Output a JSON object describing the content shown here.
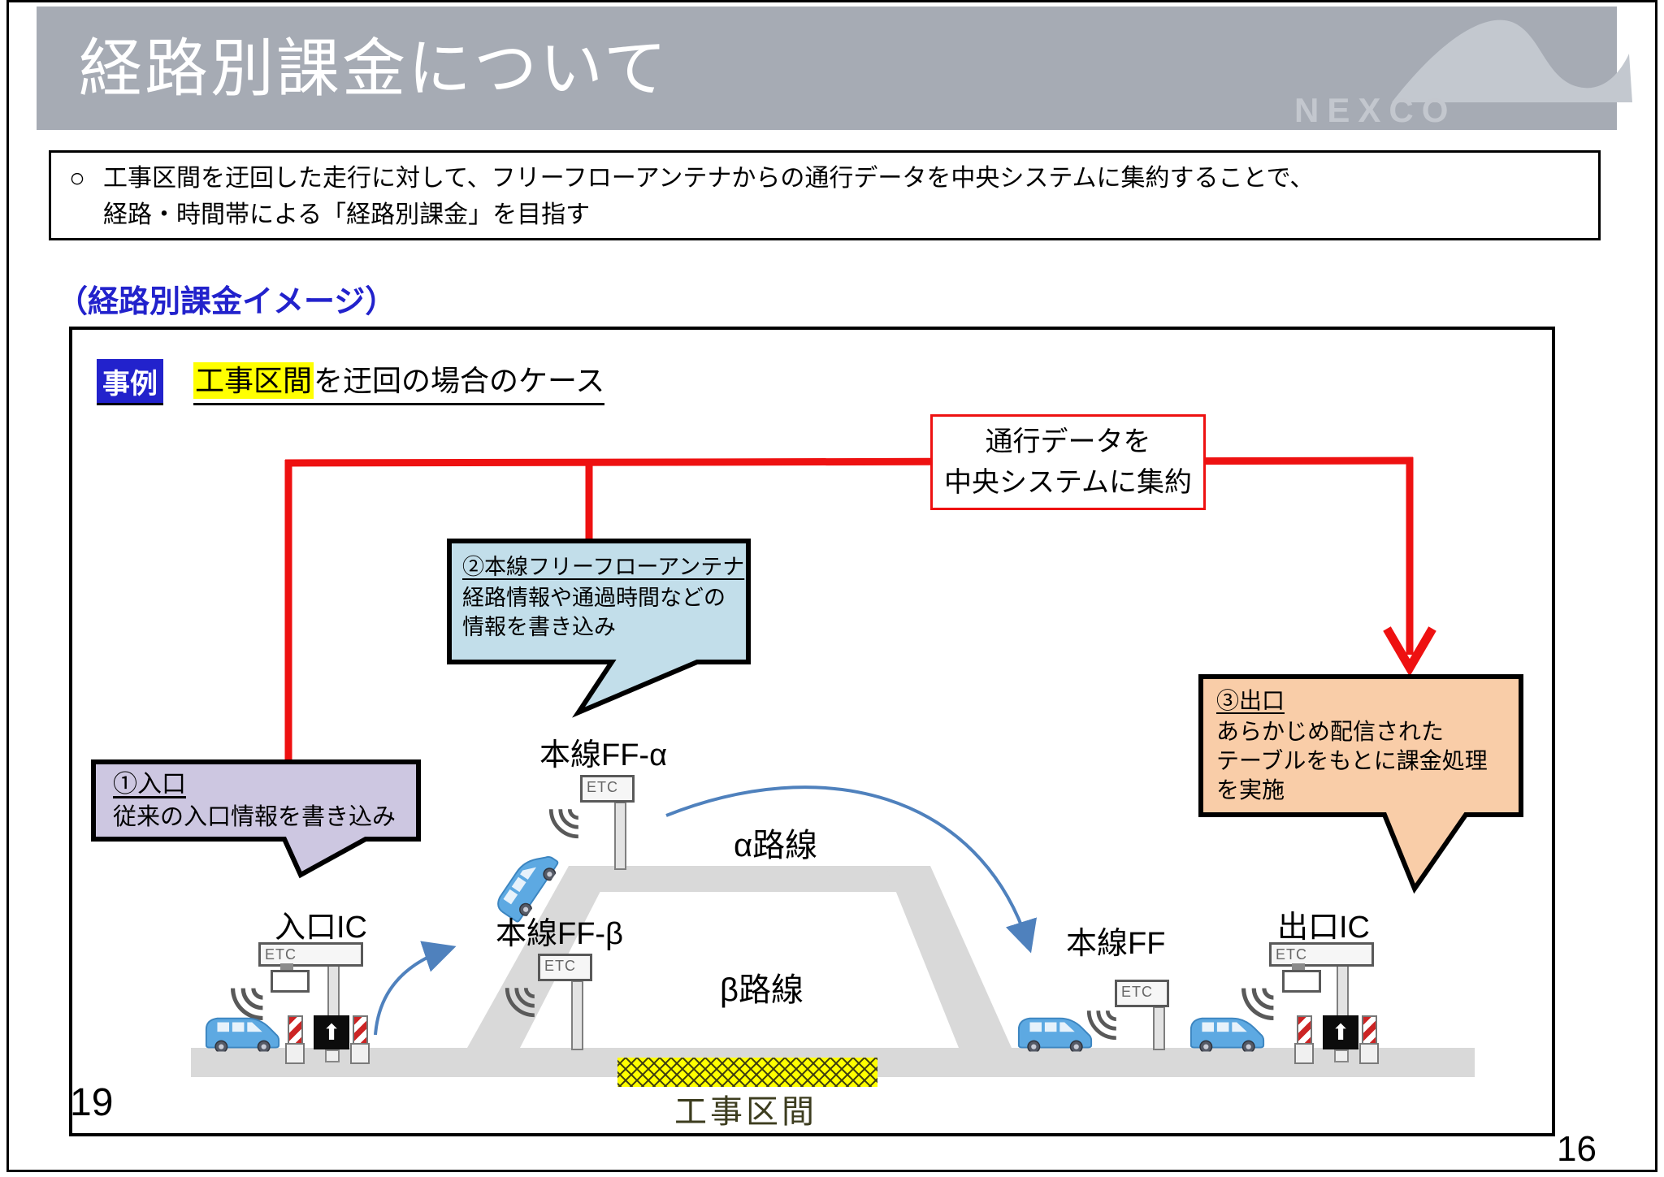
{
  "slide": {
    "title": "経路別課金について",
    "logo_text": "NEXCO",
    "page_number_inner": "19",
    "page_number_outer": "16"
  },
  "summary": {
    "bullet": "○",
    "line1": "工事区間を迂回した走行に対して、フリーフローアンテナからの通行データを中央システムに集約することで、",
    "line2": "経路・時間帯による「経路別課金」を目指す"
  },
  "diagram": {
    "caption": "（経路別課金イメージ）",
    "case_label": "事例",
    "case_title_highlight": "工事区間",
    "case_title_rest": "を迂回の場合のケース",
    "central_box_line1": "通行データを",
    "central_box_line2": "中央システムに集約",
    "callouts": {
      "entrance": {
        "title": "①入口",
        "body": "従来の入口情報を書き込み"
      },
      "mainline": {
        "title": "②本線フリーフローアンテナ",
        "body_line1": "経路情報や通過時間などの",
        "body_line2": "情報を書き込み"
      },
      "exit": {
        "title": "③出口",
        "body_line1": "あらかじめ配信された",
        "body_line2": "テーブルをもとに課金処理",
        "body_line3": "を実施"
      }
    },
    "road_labels": {
      "entrance_ic": "入口IC",
      "exit_ic": "出口IC",
      "mainline_ff_alpha": "本線FF-α",
      "mainline_ff_beta": "本線FF-β",
      "mainline_ff": "本線FF",
      "alpha_route": "α路線",
      "beta_route": "β路線",
      "construction_zone": "工事区間"
    },
    "etc_sign": "ETC",
    "gate_arrow": "⬆"
  },
  "colors": {
    "header-gray": "#a6abb4",
    "heading-blue": "#2222cc",
    "red-line": "#ee1111",
    "callout-blue": "#c2deea",
    "callout-purple": "#cdc7e1",
    "callout-orange": "#f9cda8",
    "highlight-yellow": "#ffff00",
    "road-gray": "#d9d9d9",
    "arrow-blue": "#4f81bd",
    "construction-text": "#3d3d1f"
  }
}
